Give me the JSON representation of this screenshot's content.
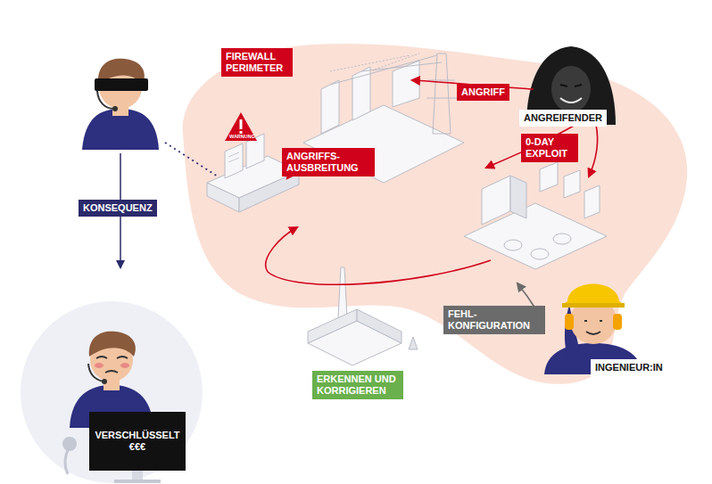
{
  "diagram": {
    "nodes": [
      {
        "text": [
          "FIREWALL PERIMETER"
        ]
      },
      {
        "text": [
          "ANGRIFF"
        ]
      },
      {
        "text": [
          "ANGREIFENDER"
        ]
      },
      {
        "text": [
          "ANGRIFFS- AUSBREITUNG"
        ]
      },
      {
        "text": [
          "0-DAY EXPLOIT"
        ]
      },
      {
        "text": [
          "KONSEQUENZ"
        ]
      },
      {
        "text": [
          "FEHL- KONFIGURATION"
        ]
      },
      {
        "text": [
          "INGENIEUR:IN"
        ]
      },
      {
        "text": [
          "ERKENNEN UND KORRIGIEREN"
        ]
      },
      {
        "text": [
          "VERSCHLÜSSELT €€€"
        ]
      }
    ],
    "labels": [
      "WARNUNG"
    ]
  }
}
